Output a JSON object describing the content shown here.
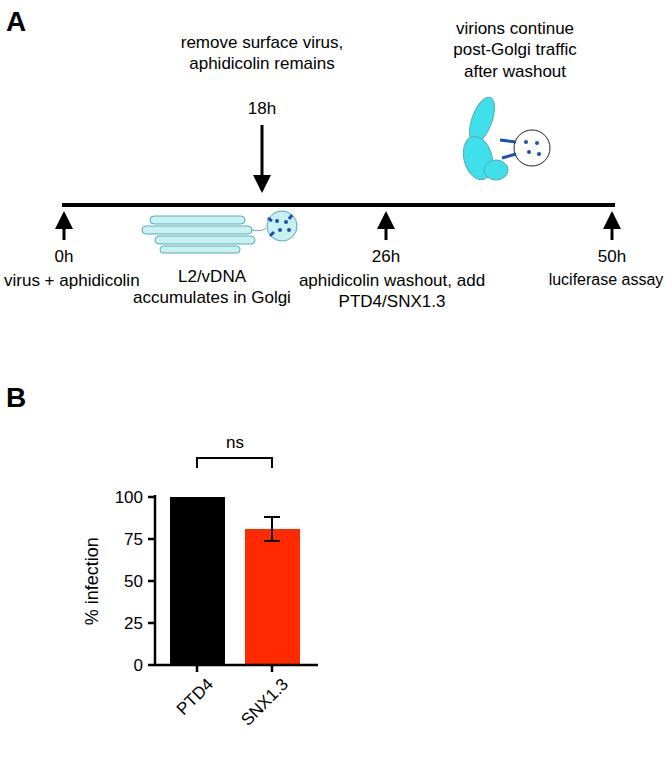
{
  "diagram": {
    "labels": [
      "A",
      "remove surface virus, aphidicolin remains",
      "virions continue post-Golgi traffic after washout",
      "18h",
      "0h",
      "virus + aphidicolin",
      "L2/vDNA accumulates in Golgi",
      "26h",
      "aphidicolin washout, add PTD4/SNX1.3",
      "50h",
      "luciferase assay",
      "B",
      "ns",
      "100",
      "75",
      "50",
      "25",
      "0",
      "% infection",
      "PTD4",
      "SNX1.3"
    ]
  }
}
